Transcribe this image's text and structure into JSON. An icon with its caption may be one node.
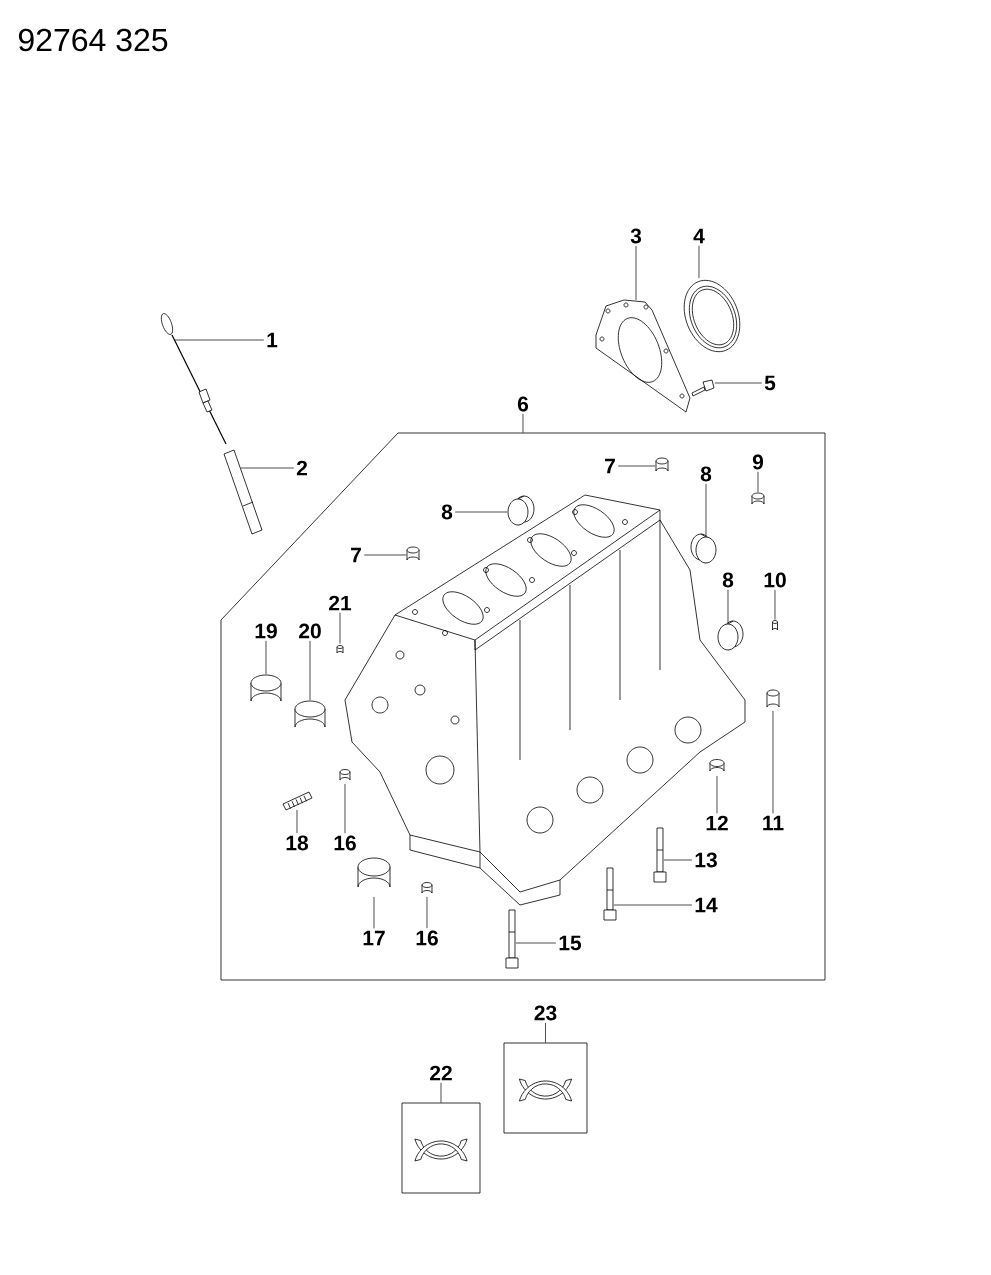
{
  "diagram": {
    "nodes": [
      {
        "text": [
          "1"
        ]
      },
      {
        "text": [],
        "shape": "picture"
      },
      {
        "text": [
          "2"
        ]
      },
      {
        "text": [],
        "shape": "picture"
      },
      {
        "text": [
          "3"
        ]
      },
      {
        "text": [],
        "shape": "picture"
      },
      {
        "text": [
          "4"
        ]
      },
      {
        "text": [],
        "shape": "picture"
      },
      {
        "text": [
          "5"
        ]
      },
      {
        "text": [],
        "shape": "picture"
      },
      {
        "text": [
          "6"
        ]
      },
      {
        "text": [],
        "shape": "box"
      },
      {
        "text": [
          "7"
        ],
        "in": 11
      },
      {
        "text": [],
        "shape": "cylinder",
        "in": 11
      },
      {
        "text": [
          "8"
        ],
        "in": 11
      },
      {
        "text": [],
        "shape": "cylinder",
        "in": 11
      },
      {
        "text": [
          "7"
        ],
        "in": 11
      },
      {
        "text": [],
        "shape": "cylinder",
        "in": 11
      },
      {
        "text": [
          "8"
        ],
        "in": 11
      },
      {
        "text": [],
        "shape": "cylinder",
        "in": 11
      },
      {
        "text": [
          "9"
        ],
        "in": 11
      },
      {
        "text": [],
        "shape": "cylinder",
        "in": 11
      },
      {
        "text": [
          "8"
        ],
        "in": 11
      },
      {
        "text": [],
        "shape": "cylinder",
        "in": 11
      },
      {
        "text": [
          "10"
        ],
        "in": 11
      },
      {
        "text": [],
        "shape": "cylinder",
        "in": 11
      },
      {
        "text": [
          "21"
        ],
        "in": 11
      },
      {
        "text": [],
        "shape": "cylinder",
        "in": 11
      },
      {
        "text": [
          "19"
        ],
        "in": 11
      },
      {
        "text": [],
        "shape": "cylinder",
        "in": 11
      },
      {
        "text": [
          "20"
        ],
        "in": 11
      },
      {
        "text": [],
        "shape": "cylinder",
        "in": 11
      },
      {
        "text": [
          "12"
        ],
        "in": 11
      },
      {
        "text": [],
        "shape": "cylinder",
        "in": 11
      },
      {
        "text": [
          "11"
        ],
        "in": 11
      },
      {
        "text": [],
        "shape": "cylinder",
        "in": 11
      },
      {
        "text": [
          "18"
        ],
        "in": 11
      },
      {
        "text": [],
        "shape": "picture",
        "in": 11
      },
      {
        "text": [
          "16"
        ],
        "in": 11
      },
      {
        "text": [],
        "shape": "cylinder",
        "in": 11
      },
      {
        "text": [
          "13"
        ],
        "in": 11
      },
      {
        "text": [],
        "shape": "picture",
        "in": 11
      },
      {
        "text": [
          "14"
        ],
        "in": 11
      },
      {
        "text": [],
        "shape": "picture",
        "in": 11
      },
      {
        "text": [
          "15"
        ],
        "in": 11
      },
      {
        "text": [],
        "shape": "picture",
        "in": 11
      },
      {
        "text": [
          "17"
        ],
        "in": 11
      },
      {
        "text": [],
        "shape": "cylinder",
        "in": 11
      },
      {
        "text": [
          "16"
        ],
        "in": 11
      },
      {
        "text": [],
        "shape": "cylinder",
        "in": 11
      },
      {
        "text": [
          "23"
        ]
      },
      {
        "text": [],
        "shape": "box"
      },
      {
        "text": [
          "22"
        ]
      },
      {
        "text": [],
        "shape": "box"
      }
    ],
    "edges": [
      {
        "from": 0,
        "to": 1,
        "arrow": "none"
      },
      {
        "from": 2,
        "to": 3,
        "arrow": "none"
      },
      {
        "from": 4,
        "to": 5,
        "arrow": "none"
      },
      {
        "from": 6,
        "to": 7,
        "arrow": "none"
      },
      {
        "from": 8,
        "to": 9,
        "arrow": "none"
      },
      {
        "from": 10,
        "to": 11,
        "arrow": "none"
      },
      {
        "from": 12,
        "to": 13,
        "arrow": "none"
      },
      {
        "from": 14,
        "to": 15,
        "arrow": "none"
      },
      {
        "from": 16,
        "to": 17,
        "arrow": "none"
      },
      {
        "from": 18,
        "to": 19,
        "arrow": "none"
      },
      {
        "from": 20,
        "to": 21,
        "arrow": "none"
      },
      {
        "from": 22,
        "to": 23,
        "arrow": "none"
      },
      {
        "from": 24,
        "to": 25,
        "arrow": "none"
      },
      {
        "from": 26,
        "to": 27,
        "arrow": "none"
      },
      {
        "from": 28,
        "to": 29,
        "arrow": "none"
      },
      {
        "from": 30,
        "to": 31,
        "arrow": "none"
      },
      {
        "from": 32,
        "to": 33,
        "arrow": "none"
      },
      {
        "from": 34,
        "to": 35,
        "arrow": "none"
      },
      {
        "from": 36,
        "to": 37,
        "arrow": "none"
      },
      {
        "from": 38,
        "to": 39,
        "arrow": "none"
      },
      {
        "from": 40,
        "to": 41,
        "arrow": "none"
      },
      {
        "from": 42,
        "to": 43,
        "arrow": "none"
      },
      {
        "from": 44,
        "to": 45,
        "arrow": "none"
      },
      {
        "from": 46,
        "to": 47,
        "arrow": "none"
      },
      {
        "from": 48,
        "to": 49,
        "arrow": "none"
      },
      {
        "from": 50,
        "to": 51,
        "arrow": "none"
      },
      {
        "from": 52,
        "to": 53,
        "arrow": "none"
      }
    ],
    "labels": [
      "92764 325"
    ]
  }
}
